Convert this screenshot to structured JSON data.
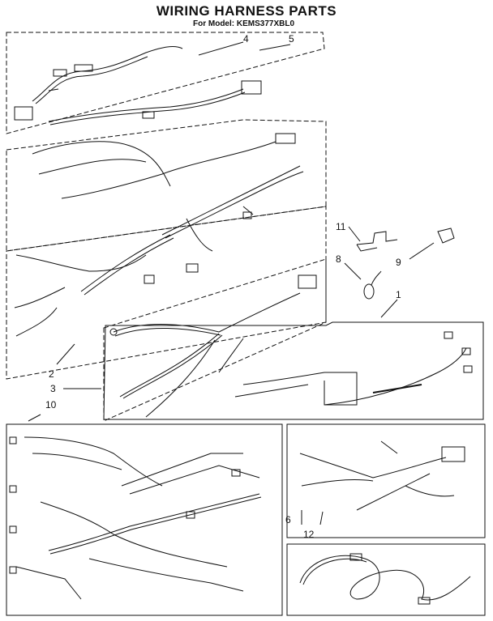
{
  "header": {
    "title": "WIRING HARNESS PARTS",
    "subtitle": "For Model: KEMS377XBL0"
  },
  "callouts": [
    {
      "id": "c1",
      "label": "1"
    },
    {
      "id": "c2",
      "label": "2"
    },
    {
      "id": "c3",
      "label": "3"
    },
    {
      "id": "c4",
      "label": "4"
    },
    {
      "id": "c5",
      "label": "5"
    },
    {
      "id": "c6",
      "label": "6"
    },
    {
      "id": "c8",
      "label": "8"
    },
    {
      "id": "c9",
      "label": "9"
    },
    {
      "id": "c10",
      "label": "10"
    },
    {
      "id": "c11",
      "label": "11"
    },
    {
      "id": "c12",
      "label": "12"
    }
  ],
  "colors": {
    "ink": "#111111",
    "paper": "#ffffff"
  }
}
